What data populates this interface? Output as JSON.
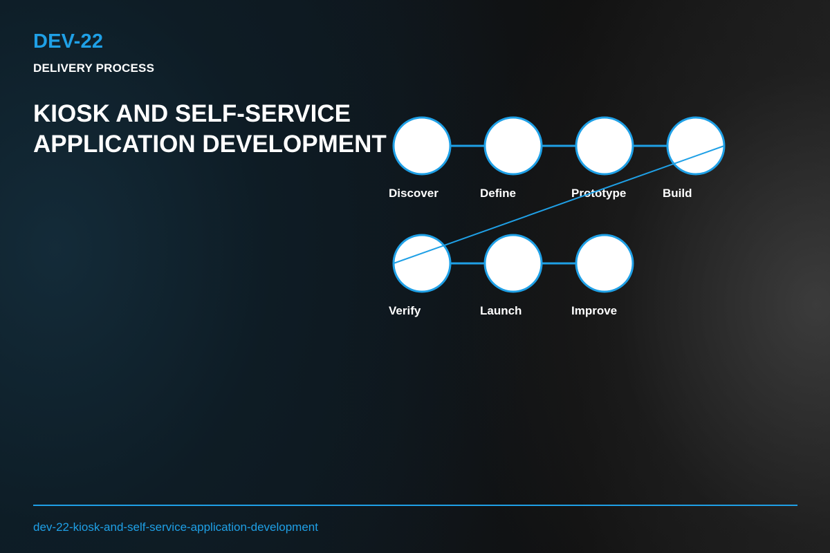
{
  "header": {
    "code": "DEV-22",
    "subtitle": "DELIVERY PROCESS",
    "title_lines": [
      "KIOSK AND SELF-SERVICE",
      "APPLICATION DEVELOPMENT"
    ]
  },
  "colors": {
    "accent": "#1fa0e6",
    "node_fill": "#ffffff",
    "text": "#ffffff"
  },
  "process": {
    "steps": [
      {
        "label": "Discover",
        "row": 0,
        "col": 0
      },
      {
        "label": "Define",
        "row": 0,
        "col": 1
      },
      {
        "label": "Prototype",
        "row": 0,
        "col": 2
      },
      {
        "label": "Build",
        "row": 0,
        "col": 3
      },
      {
        "label": "Verify",
        "row": 1,
        "col": 0
      },
      {
        "label": "Launch",
        "row": 1,
        "col": 1
      },
      {
        "label": "Improve",
        "row": 1,
        "col": 2
      }
    ]
  },
  "footer": {
    "slug": "dev-22-kiosk-and-self-service-application-development"
  }
}
